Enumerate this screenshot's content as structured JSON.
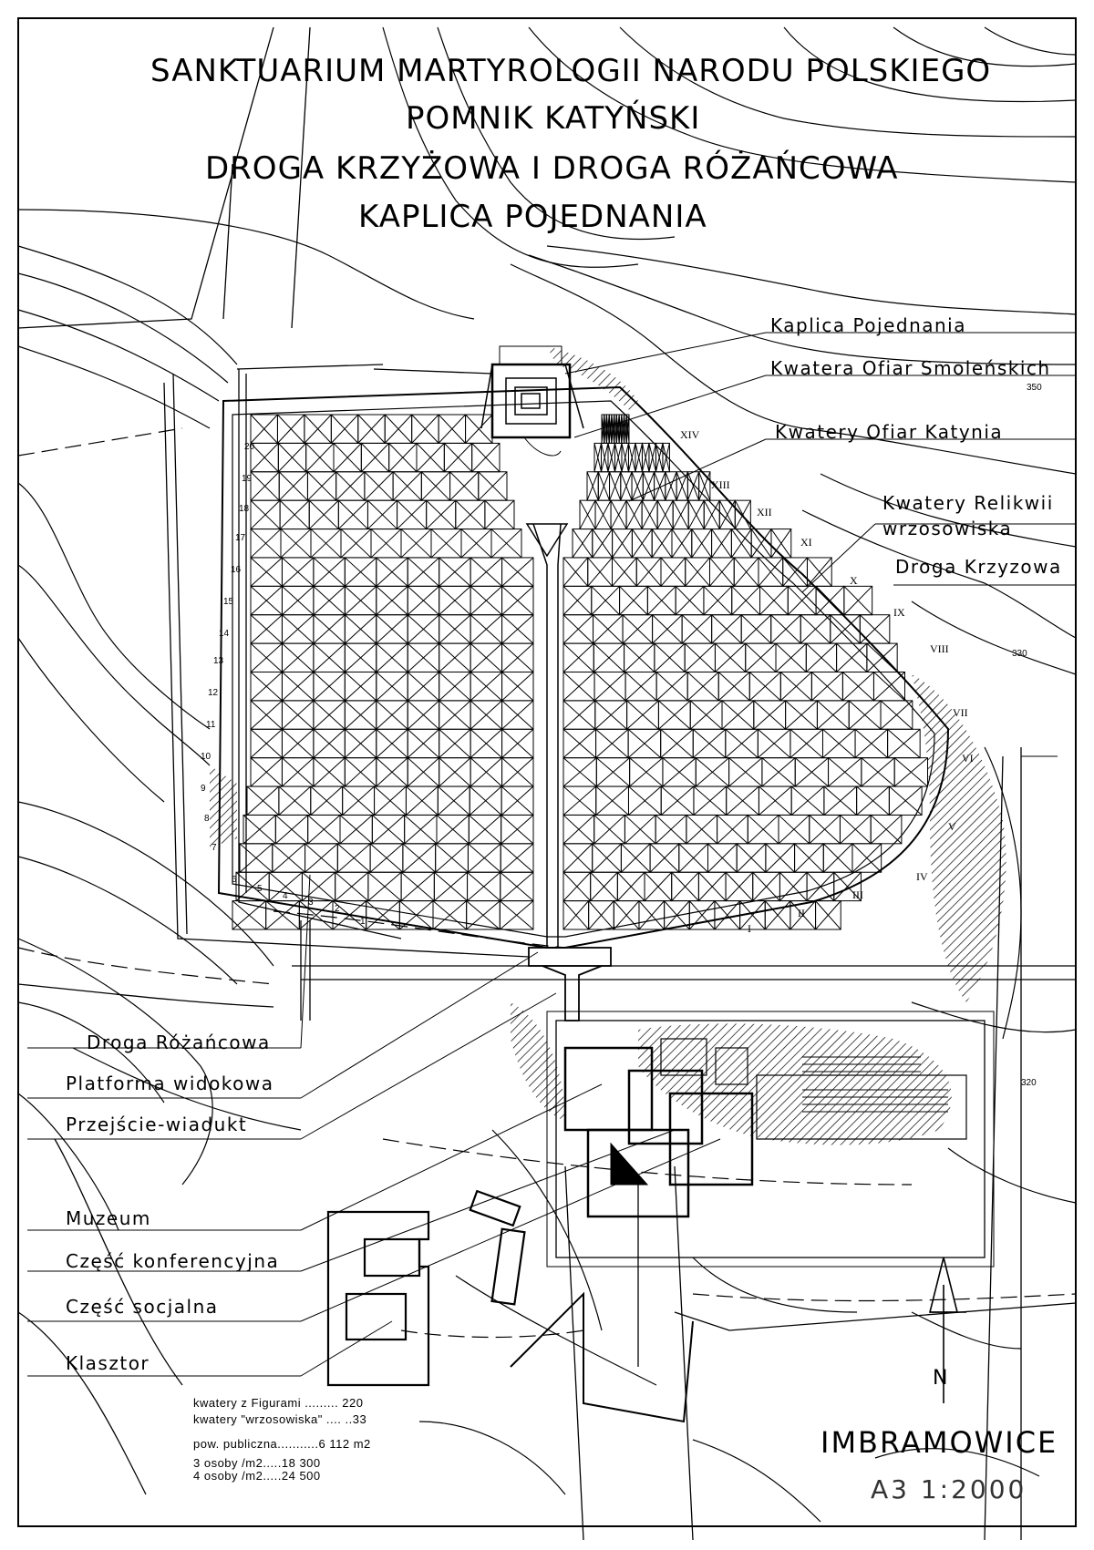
{
  "title": {
    "line1": "SANKTUARIUM MARTYROLOGII NARODU POLSKIEGO",
    "line2": "POMNIK KATYŃSKI",
    "line3": "DROGA KRZYŻOWA I DROGA RÓŻAŃCOWA",
    "line4": "KAPLICA POJEDNANIA"
  },
  "labels_right": [
    "Kaplica Pojednania",
    "Kwatera Ofiar Smoleńskich",
    "Kwatery Ofiar Katynia",
    "Kwatery Relikwii",
    "wrzosowiska",
    "Droga Krzyzowa"
  ],
  "labels_left": [
    "Droga Różańcowa",
    "Platforma widokowa",
    "Przejście-wiadukt",
    "Muzeum",
    "Część konferencyjna",
    "Część socjalna",
    "Klasztor"
  ],
  "legend": [
    "kwatery z Figurami ......... 220",
    "kwatery \"wrzosowiska\" .... ..33",
    "pow. publiczna...........6 112 m2",
    "3 osoby /m2.....18 300",
    "4 osoby /m2.....24 500"
  ],
  "place_name": "IMBRAMOWICE",
  "sheet_info": "A3   1:2000",
  "north_label": "N",
  "contours": [
    "350",
    "330",
    "320"
  ],
  "stations_roman": [
    "I",
    "II",
    "III",
    "IV",
    "V",
    "VI",
    "VII",
    "VIII",
    "IX",
    "X",
    "XI",
    "XII",
    "XIII",
    "XIV"
  ],
  "stations_rosary": [
    "1",
    "2",
    "3",
    "4",
    "5",
    "6",
    "7",
    "8",
    "9",
    "10",
    "11",
    "12",
    "13",
    "14",
    "15",
    "16",
    "17",
    "18",
    "19",
    "20"
  ]
}
